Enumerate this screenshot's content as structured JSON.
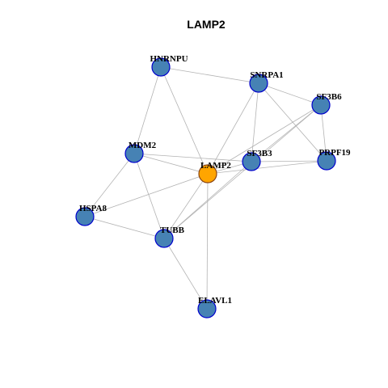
{
  "title": "LAMP2",
  "colors": {
    "center_fill": "#FFA500",
    "center_stroke": "#8B4513",
    "node_fill": "#4682B4",
    "node_stroke": "#0000CD",
    "edge": "#B3B3B3"
  },
  "nodes": [
    {
      "id": "HNRNPU",
      "label": "HNRNPU",
      "center": false
    },
    {
      "id": "SNRPA1",
      "label": "SNRPA1",
      "center": false
    },
    {
      "id": "SF3B6",
      "label": "SF3B6",
      "center": false
    },
    {
      "id": "MDM2",
      "label": "MDM2",
      "center": false
    },
    {
      "id": "LAMP2",
      "label": "LAMP2",
      "center": true
    },
    {
      "id": "SF3B3",
      "label": "SF3B3",
      "center": false
    },
    {
      "id": "PRPF19",
      "label": "PRPF19",
      "center": false
    },
    {
      "id": "HSPA8",
      "label": "HSPA8",
      "center": false
    },
    {
      "id": "TUBB",
      "label": "TUBB",
      "center": false
    },
    {
      "id": "ELAVL1",
      "label": "ELAVL1",
      "center": false
    }
  ],
  "edges": [
    [
      "HNRNPU",
      "SNRPA1"
    ],
    [
      "HNRNPU",
      "MDM2"
    ],
    [
      "HNRNPU",
      "LAMP2"
    ],
    [
      "SNRPA1",
      "SF3B6"
    ],
    [
      "SNRPA1",
      "LAMP2"
    ],
    [
      "SNRPA1",
      "SF3B3"
    ],
    [
      "SNRPA1",
      "PRPF19"
    ],
    [
      "SF3B6",
      "LAMP2"
    ],
    [
      "SF3B6",
      "SF3B3"
    ],
    [
      "SF3B6",
      "PRPF19"
    ],
    [
      "SF3B6",
      "TUBB"
    ],
    [
      "MDM2",
      "LAMP2"
    ],
    [
      "MDM2",
      "SF3B3"
    ],
    [
      "MDM2",
      "HSPA8"
    ],
    [
      "MDM2",
      "TUBB"
    ],
    [
      "LAMP2",
      "SF3B3"
    ],
    [
      "LAMP2",
      "PRPF19"
    ],
    [
      "LAMP2",
      "HSPA8"
    ],
    [
      "LAMP2",
      "TUBB"
    ],
    [
      "LAMP2",
      "ELAVL1"
    ],
    [
      "SF3B3",
      "PRPF19"
    ],
    [
      "SF3B3",
      "TUBB"
    ],
    [
      "HSPA8",
      "TUBB"
    ],
    [
      "TUBB",
      "ELAVL1"
    ]
  ]
}
